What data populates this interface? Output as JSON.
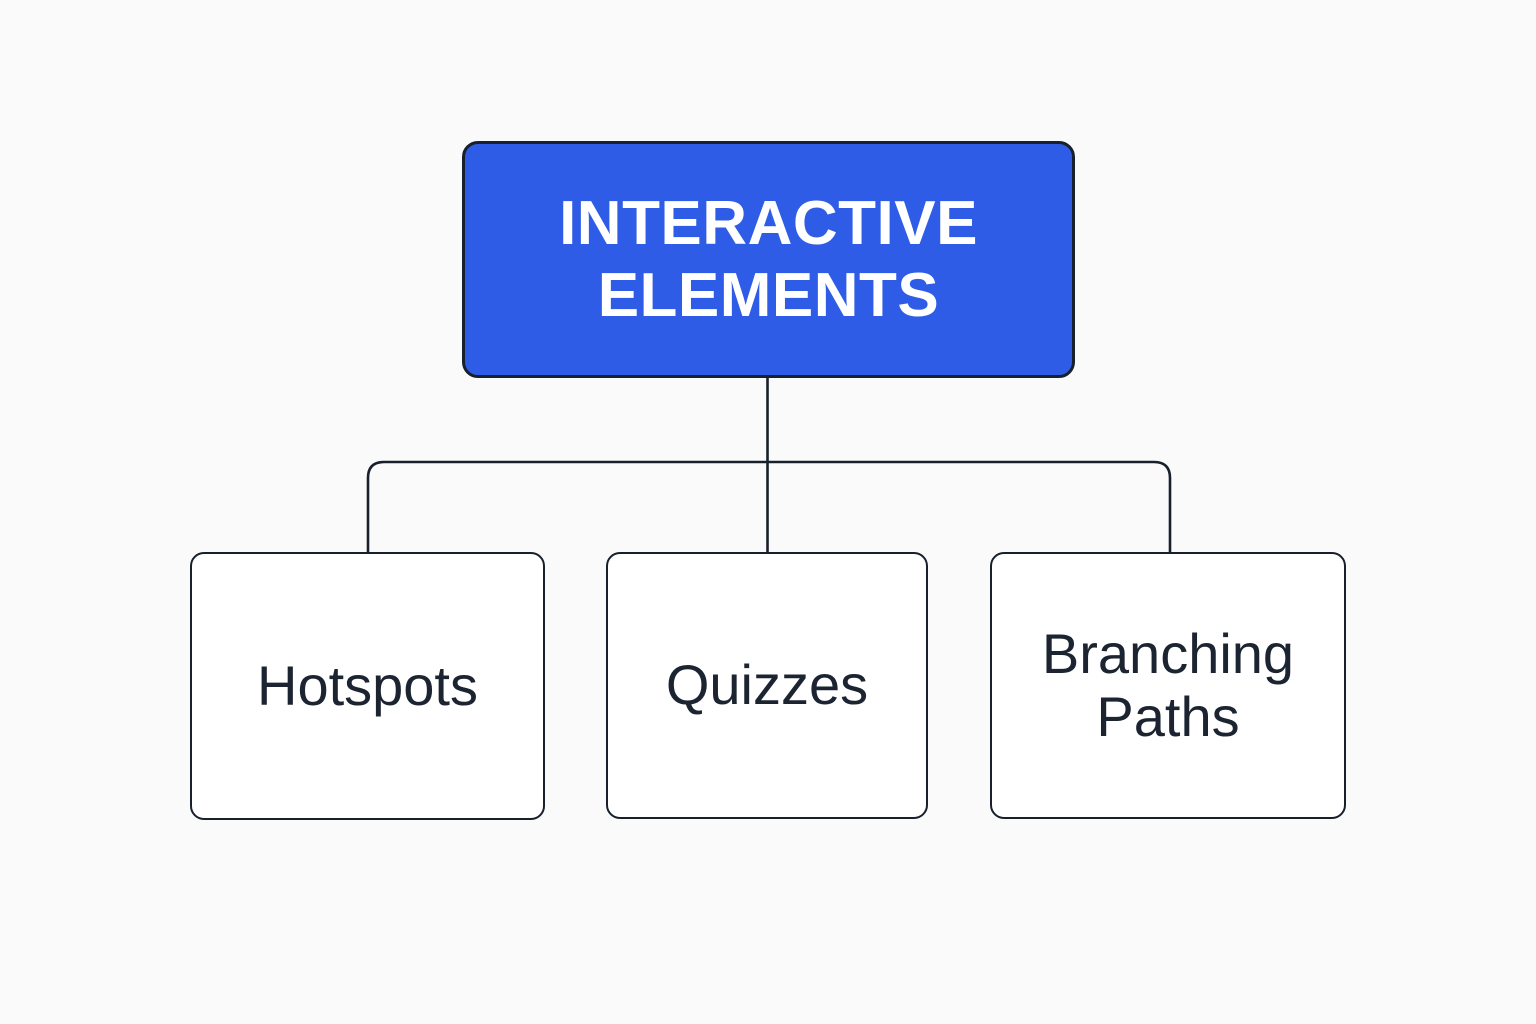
{
  "diagram": {
    "type": "hierarchy-tree",
    "background_color": "#FAFAFA",
    "root": {
      "label": "INTERACTIVE\nELEMENTS",
      "fill_color": "#2F5CE6",
      "text_color": "#FFFFFF",
      "border_color": "#18202C"
    },
    "children": [
      {
        "id": "hotspots",
        "label": "Hotspots",
        "fill_color": "#FFFFFF",
        "text_color": "#1B2430",
        "border_color": "#18202C"
      },
      {
        "id": "quizzes",
        "label": "Quizzes",
        "fill_color": "#FFFFFF",
        "text_color": "#1B2430",
        "border_color": "#18202C"
      },
      {
        "id": "branching",
        "label": "Branching\nPaths",
        "fill_color": "#FFFFFF",
        "text_color": "#1B2430",
        "border_color": "#18202C"
      }
    ],
    "connector_color": "#18202C"
  }
}
